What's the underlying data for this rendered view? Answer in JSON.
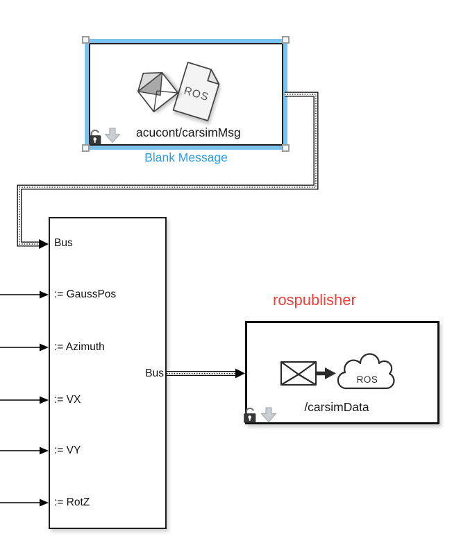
{
  "diagram_type": "simulink-ros-model",
  "blank_message_block": {
    "name_label": "Blank Message",
    "message_type": "acucont/carsimMsg",
    "doc_text": "ROS",
    "selected": true
  },
  "bus_assignment_block": {
    "inputs": [
      {
        "label": "Bus"
      },
      {
        "label": ":= GaussPos"
      },
      {
        "label": ":= Azimuth"
      },
      {
        "label": ":= VX"
      },
      {
        "label": ":= VY"
      },
      {
        "label": ":= RotZ"
      }
    ],
    "output": {
      "label": "Bus"
    }
  },
  "publisher_block": {
    "name_label": "rospublisher",
    "topic": "/carsimData",
    "cloud_text": "ROS"
  },
  "colors": {
    "selection_highlight": "#7cc2ef",
    "selected_name_label": "#2d9ee0",
    "publisher_name_label": "#f0413c",
    "block_border": "#1c1c1c",
    "wire": "#000000"
  }
}
